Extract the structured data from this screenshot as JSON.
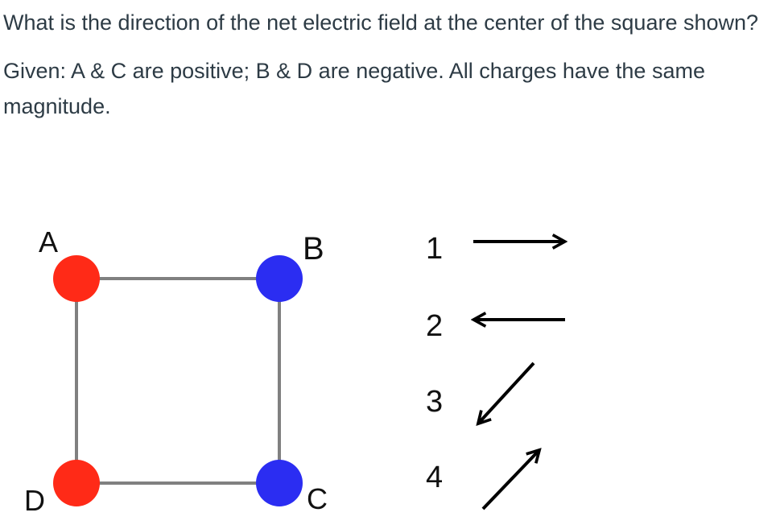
{
  "question": {
    "line1": "What is the direction of the net electric field at the center of the square shown?",
    "line2": "Given: A & C are positive; B & D are negative.  All charges have the same magnitude."
  },
  "diagram": {
    "charges": [
      {
        "label": "A",
        "color": "#ff2a17"
      },
      {
        "label": "B",
        "color": "#2b2df2"
      },
      {
        "label": "C",
        "color": "#2b2df2"
      },
      {
        "label": "D",
        "color": "#ff2a17"
      }
    ],
    "edge_color": "#808080",
    "options": [
      {
        "number": "1",
        "icon": "arrow-right-icon"
      },
      {
        "number": "2",
        "icon": "arrow-left-icon"
      },
      {
        "number": "3",
        "icon": "arrow-down-left-icon"
      },
      {
        "number": "4",
        "icon": "arrow-up-right-icon"
      }
    ]
  }
}
